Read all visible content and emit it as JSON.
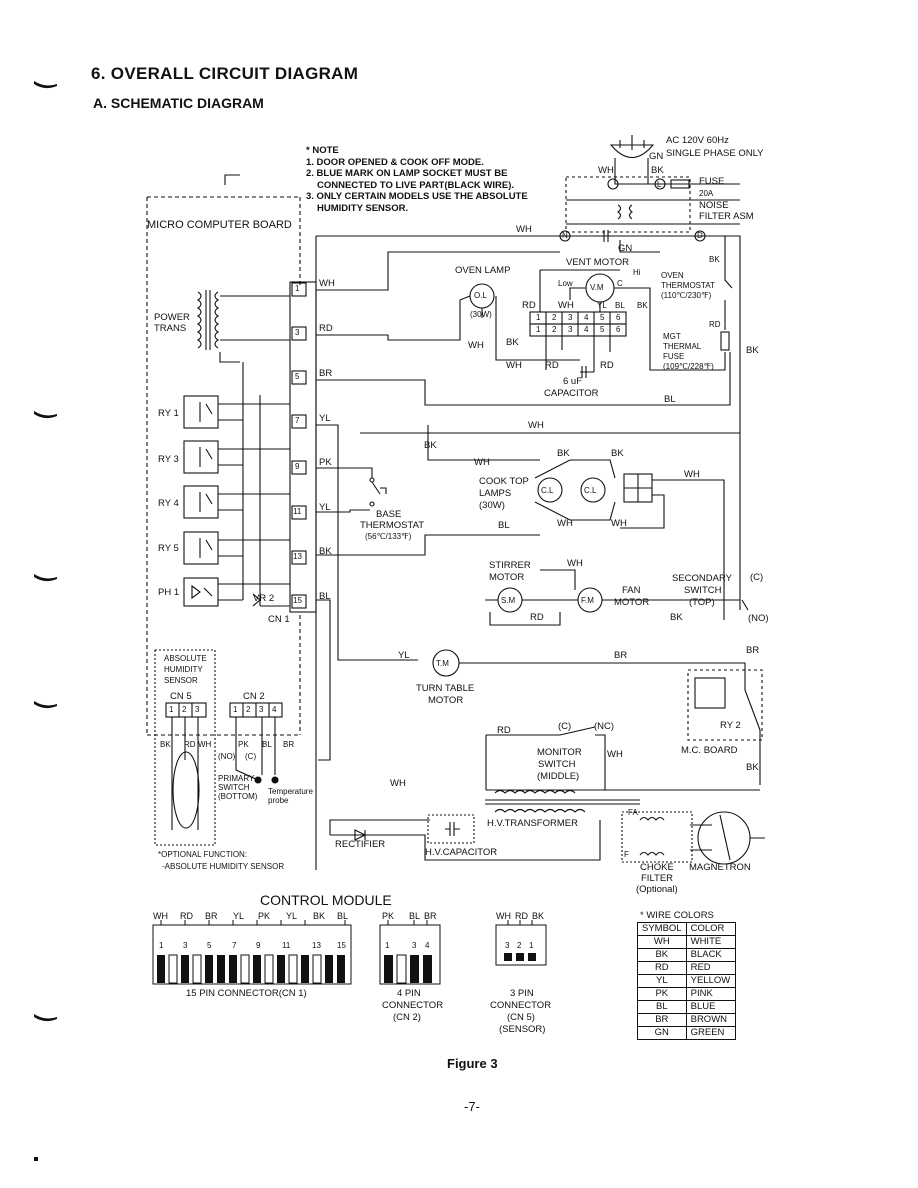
{
  "section_title": "6. OVERALL CIRCUIT DIAGRAM",
  "subsection_title": "A. SCHEMATIC DIAGRAM",
  "note": {
    "heading": "* NOTE",
    "lines": [
      "1. DOOR OPENED & COOK OFF MODE.",
      "2. BLUE MARK ON LAMP SOCKET MUST BE",
      "CONNECTED TO LIVE PART(BLACK WIRE).",
      "3. ONLY CERTAIN MODELS USE THE ABSOLUTE",
      "HUMIDITY SENSOR."
    ]
  },
  "power": {
    "supply": "AC 120V 60Hz",
    "phase": "SINGLE PHASE ONLY",
    "fuse": "FUSE",
    "fuse_rating": "20A",
    "filter_1": "NOISE",
    "filter_2": "FILTER ASM"
  },
  "wires": {
    "wh": "WH",
    "bk": "BK",
    "rd": "RD",
    "br": "BR",
    "yl": "YL",
    "pk": "PK",
    "bl": "BL",
    "gn": "GN",
    "n": "N",
    "l": "L",
    "d": "D",
    "c": "(C)",
    "nc": "(NC)",
    "no": "(NO)",
    "hi": "Hi",
    "low": "Low",
    "cap_c": "C",
    "fa": "FA",
    "f": "F"
  },
  "board": {
    "title": "MICRO COMPUTER BOARD",
    "power_trans_1": "POWER",
    "power_trans_2": "TRANS",
    "relays": [
      "RY 1",
      "RY 3",
      "RY 4",
      "RY 5"
    ],
    "ph": "PH 1",
    "vr": "VR 2",
    "cn1": "CN 1",
    "pins": [
      "1",
      "",
      "3",
      "",
      "5",
      "",
      "7",
      "",
      "9",
      "",
      "11",
      "",
      "13",
      "",
      "15"
    ]
  },
  "sensor": {
    "title_1": "ABSOLUTE",
    "title_2": "HUMIDITY",
    "title_3": "SENSOR",
    "cn5": "CN 5",
    "cn2": "CN 2",
    "cn5_pins": [
      "1",
      "2",
      "3"
    ],
    "cn2_pins": [
      "1",
      "2",
      "3",
      "4"
    ],
    "primary_switch_1": "PRIMARY",
    "primary_switch_2": "SWITCH",
    "primary_switch_3": "(BOTTOM)",
    "temp_probe_1": "Temperature",
    "temp_probe_2": "probe",
    "optional_1": "*OPTIONAL FUNCTION:",
    "optional_2": "-ABSOLUTE HUMIDITY SENSOR"
  },
  "components": {
    "oven_lamp": "OVEN LAMP",
    "oven_lamp_symbol": "O.L",
    "oven_lamp_rating": "(30W)",
    "vent_motor": "VENT MOTOR",
    "vent_motor_symbol": "V.M",
    "terminal_top": [
      "1",
      "2",
      "3",
      "4",
      "5",
      "6"
    ],
    "terminal_bot": [
      "1",
      "2",
      "3",
      "4",
      "5",
      "6"
    ],
    "capacitor_value": "6 uF",
    "capacitor": "CAPACITOR",
    "oven_thermostat_1": "OVEN",
    "oven_thermostat_2": "THERMOSTAT",
    "oven_thermostat_3": "(110℃/230℉)",
    "mgt_fuse_1": "MGT",
    "mgt_fuse_2": "THERMAL",
    "mgt_fuse_3": "FUSE",
    "mgt_fuse_4": "(109℃/228℉)",
    "cook_top_1": "COOK TOP",
    "cook_top_2": "LAMPS",
    "cook_top_3": "(30W)",
    "cook_top_symbol": "C.L",
    "base_thermostat_1": "BASE",
    "base_thermostat_2": "THERMOSTAT",
    "base_thermostat_3": "(56℃/133℉)",
    "stirrer_1": "STIRRER",
    "stirrer_2": "MOTOR",
    "stirrer_symbol": "S.M",
    "fan_1": "FAN",
    "fan_2": "MOTOR",
    "fan_symbol": "F.M",
    "secondary_1": "SECONDARY",
    "secondary_2": "SWITCH",
    "secondary_3": "(TOP)",
    "turntable_1": "TURN TABLE",
    "turntable_2": "MOTOR",
    "turntable_symbol": "T.M",
    "ry2": "RY 2",
    "mc_board": "M.C. BOARD",
    "monitor_1": "MONITOR",
    "monitor_2": "SWITCH",
    "monitor_3": "(MIDDLE)",
    "hv_transformer": "H.V.TRANSFORMER",
    "rectifier": "RECTIFIER",
    "hv_capacitor": "H.V.CAPACITOR",
    "choke_1": "CHOKE",
    "choke_2": "FILTER",
    "choke_3": "(Optional)",
    "magnetron": "MAGNETRON",
    "wh_small": "WH"
  },
  "control_module": {
    "title": "CONTROL MODULE",
    "cn1_wires": [
      "WH",
      "RD",
      "BR",
      "YL",
      "PK",
      "YL",
      "BK",
      "BL"
    ],
    "cn1_pins": [
      "1",
      "3",
      "5",
      "7",
      "9",
      "11",
      "13",
      "15"
    ],
    "cn1_label": "15 PIN CONNECTOR(CN 1)",
    "cn2_wires": [
      "PK",
      "BL",
      "BR"
    ],
    "cn2_pins": [
      "1",
      "3",
      "4"
    ],
    "cn2_label_1": "4 PIN",
    "cn2_label_2": "CONNECTOR",
    "cn2_label_3": "(CN 2)",
    "cn5_wires": [
      "WH",
      "RD",
      "BK"
    ],
    "cn5_pins": [
      "3",
      "2",
      "1"
    ],
    "cn5_label_1": "3 PIN",
    "cn5_label_2": "CONNECTOR",
    "cn5_label_3": "(CN 5)",
    "cn5_label_4": "(SENSOR)"
  },
  "wire_colors": {
    "title": "* WIRE COLORS",
    "header": [
      "SYMBOL",
      "COLOR"
    ],
    "rows": [
      [
        "WH",
        "WHITE"
      ],
      [
        "BK",
        "BLACK"
      ],
      [
        "RD",
        "RED"
      ],
      [
        "YL",
        "YELLOW"
      ],
      [
        "PK",
        "PINK"
      ],
      [
        "BL",
        "BLUE"
      ],
      [
        "BR",
        "BROWN"
      ],
      [
        "GN",
        "GREEN"
      ]
    ]
  },
  "figure_caption": "Figure 3",
  "page_number": "-7-"
}
